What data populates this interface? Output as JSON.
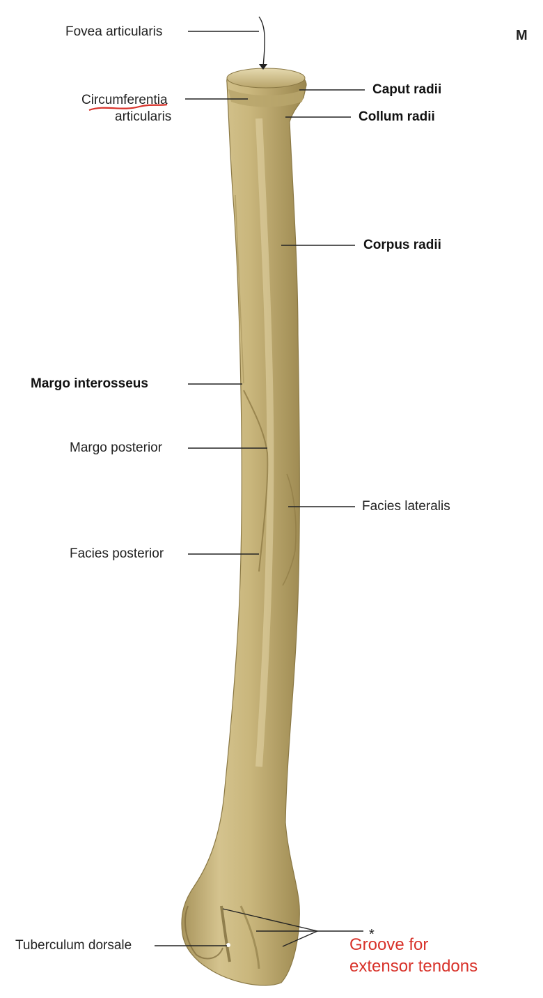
{
  "labels": {
    "fovea_articularis": "Fovea articularis",
    "circumferentia_line1": "Circumferentia",
    "circumferentia_line2": "articularis",
    "caput_radii": "Caput radii",
    "collum_radii": "Collum radii",
    "corpus_radii": "Corpus radii",
    "margo_interosseus": "Margo interosseus",
    "margo_posterior": "Margo posterior",
    "facies_lateralis": "Facies lateralis",
    "facies_posterior": "Facies posterior",
    "tuberculum_dorsale": "Tuberculum dorsale",
    "asterisk": "*",
    "groove_line1": "Groove for",
    "groove_line2": "extensor tendons",
    "corner_fragment": "M"
  },
  "colors": {
    "bone_fill": "#c9b47a",
    "bone_light": "#ded0a0",
    "bone_shadow": "#9e8a52",
    "leader_line": "#222222",
    "annotation_red": "#d8322a",
    "text": "#222222"
  },
  "icons": {
    "arrow": "down-arrow-icon"
  }
}
